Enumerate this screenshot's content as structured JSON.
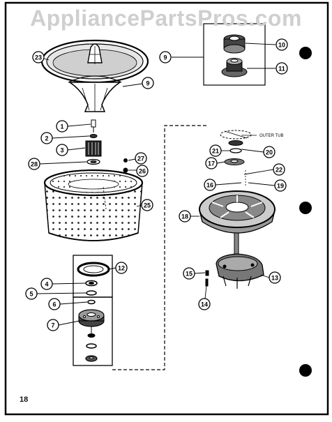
{
  "watermark": "AppliancePartsPros.com",
  "page_number": "18",
  "outer_tub_label": "OUTER TUB",
  "callouts": [
    "23",
    "9",
    "10",
    "11",
    "1",
    "2",
    "3",
    "28",
    "27",
    "26",
    "25",
    "12",
    "4",
    "5",
    "6",
    "7",
    "21",
    "20",
    "17",
    "22",
    "16",
    "19",
    "18",
    "15",
    "13",
    "14"
  ]
}
